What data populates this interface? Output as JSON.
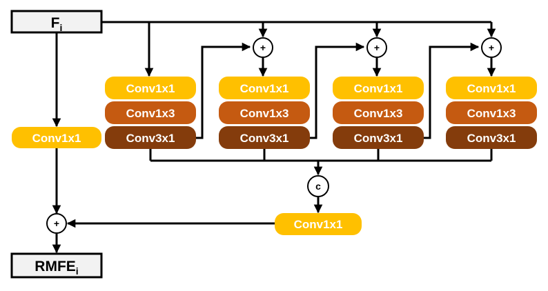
{
  "input_label": "F",
  "input_subscript": "i",
  "output_label": "RMFE",
  "output_subscript": "i",
  "side_conv_label": "Conv1x1",
  "fuse_conv_label": "Conv1x1",
  "branches": [
    {
      "layers": [
        "Conv1x1",
        "Conv1x3",
        "Conv3x1"
      ]
    },
    {
      "layers": [
        "Conv1x1",
        "Conv1x3",
        "Conv3x1"
      ]
    },
    {
      "layers": [
        "Conv1x1",
        "Conv1x3",
        "Conv3x1"
      ]
    },
    {
      "layers": [
        "Conv1x1",
        "Conv1x3",
        "Conv3x1"
      ]
    }
  ],
  "add_symbol": "+",
  "concat_symbol": "c",
  "colors": {
    "conv1x1": "#ffc000",
    "conv1x3": "#c55a11",
    "conv3x1": "#843c0c",
    "line": "#000000",
    "io_fill": "#f2f2f2"
  }
}
